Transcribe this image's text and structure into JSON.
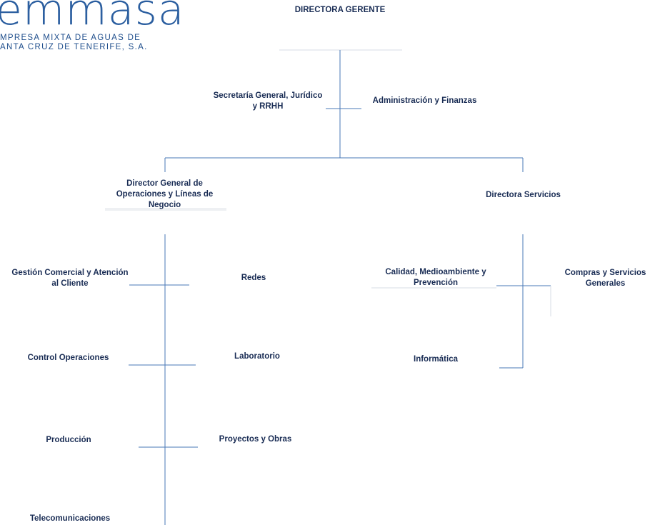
{
  "logo": {
    "word": "emmasa",
    "line1": "MPRESA MIXTA DE AGUAS DE",
    "line2": "ANTA CRUZ DE TENERIFE, S.A."
  },
  "nodes": {
    "directora_gerente": "DIRECTORA GERENTE",
    "secretaria_l1": "Secretaría General, Jurídico",
    "secretaria_l2": "y RRHH",
    "administracion": "Administración y Finanzas",
    "dgo_l1": "Director General de",
    "dgo_l2": "Operaciones y Líneas de",
    "dgo_l3": "Negocio",
    "directora_servicios": "Directora Servicios",
    "gestion_l1": "Gestión Comercial y Atención",
    "gestion_l2": "al Cliente",
    "redes": "Redes",
    "control": "Control Operaciones",
    "laboratorio": "Laboratorio",
    "produccion": "Producción",
    "proyectos": "Proyectos y Obras",
    "telecom": "Telecomunicaciones",
    "calidad_l1": "Calidad, Medioambiente y",
    "calidad_l2": "Prevención",
    "compras_l1": "Compras y Servicios",
    "compras_l2": "Generales",
    "informatica": "Informática"
  }
}
